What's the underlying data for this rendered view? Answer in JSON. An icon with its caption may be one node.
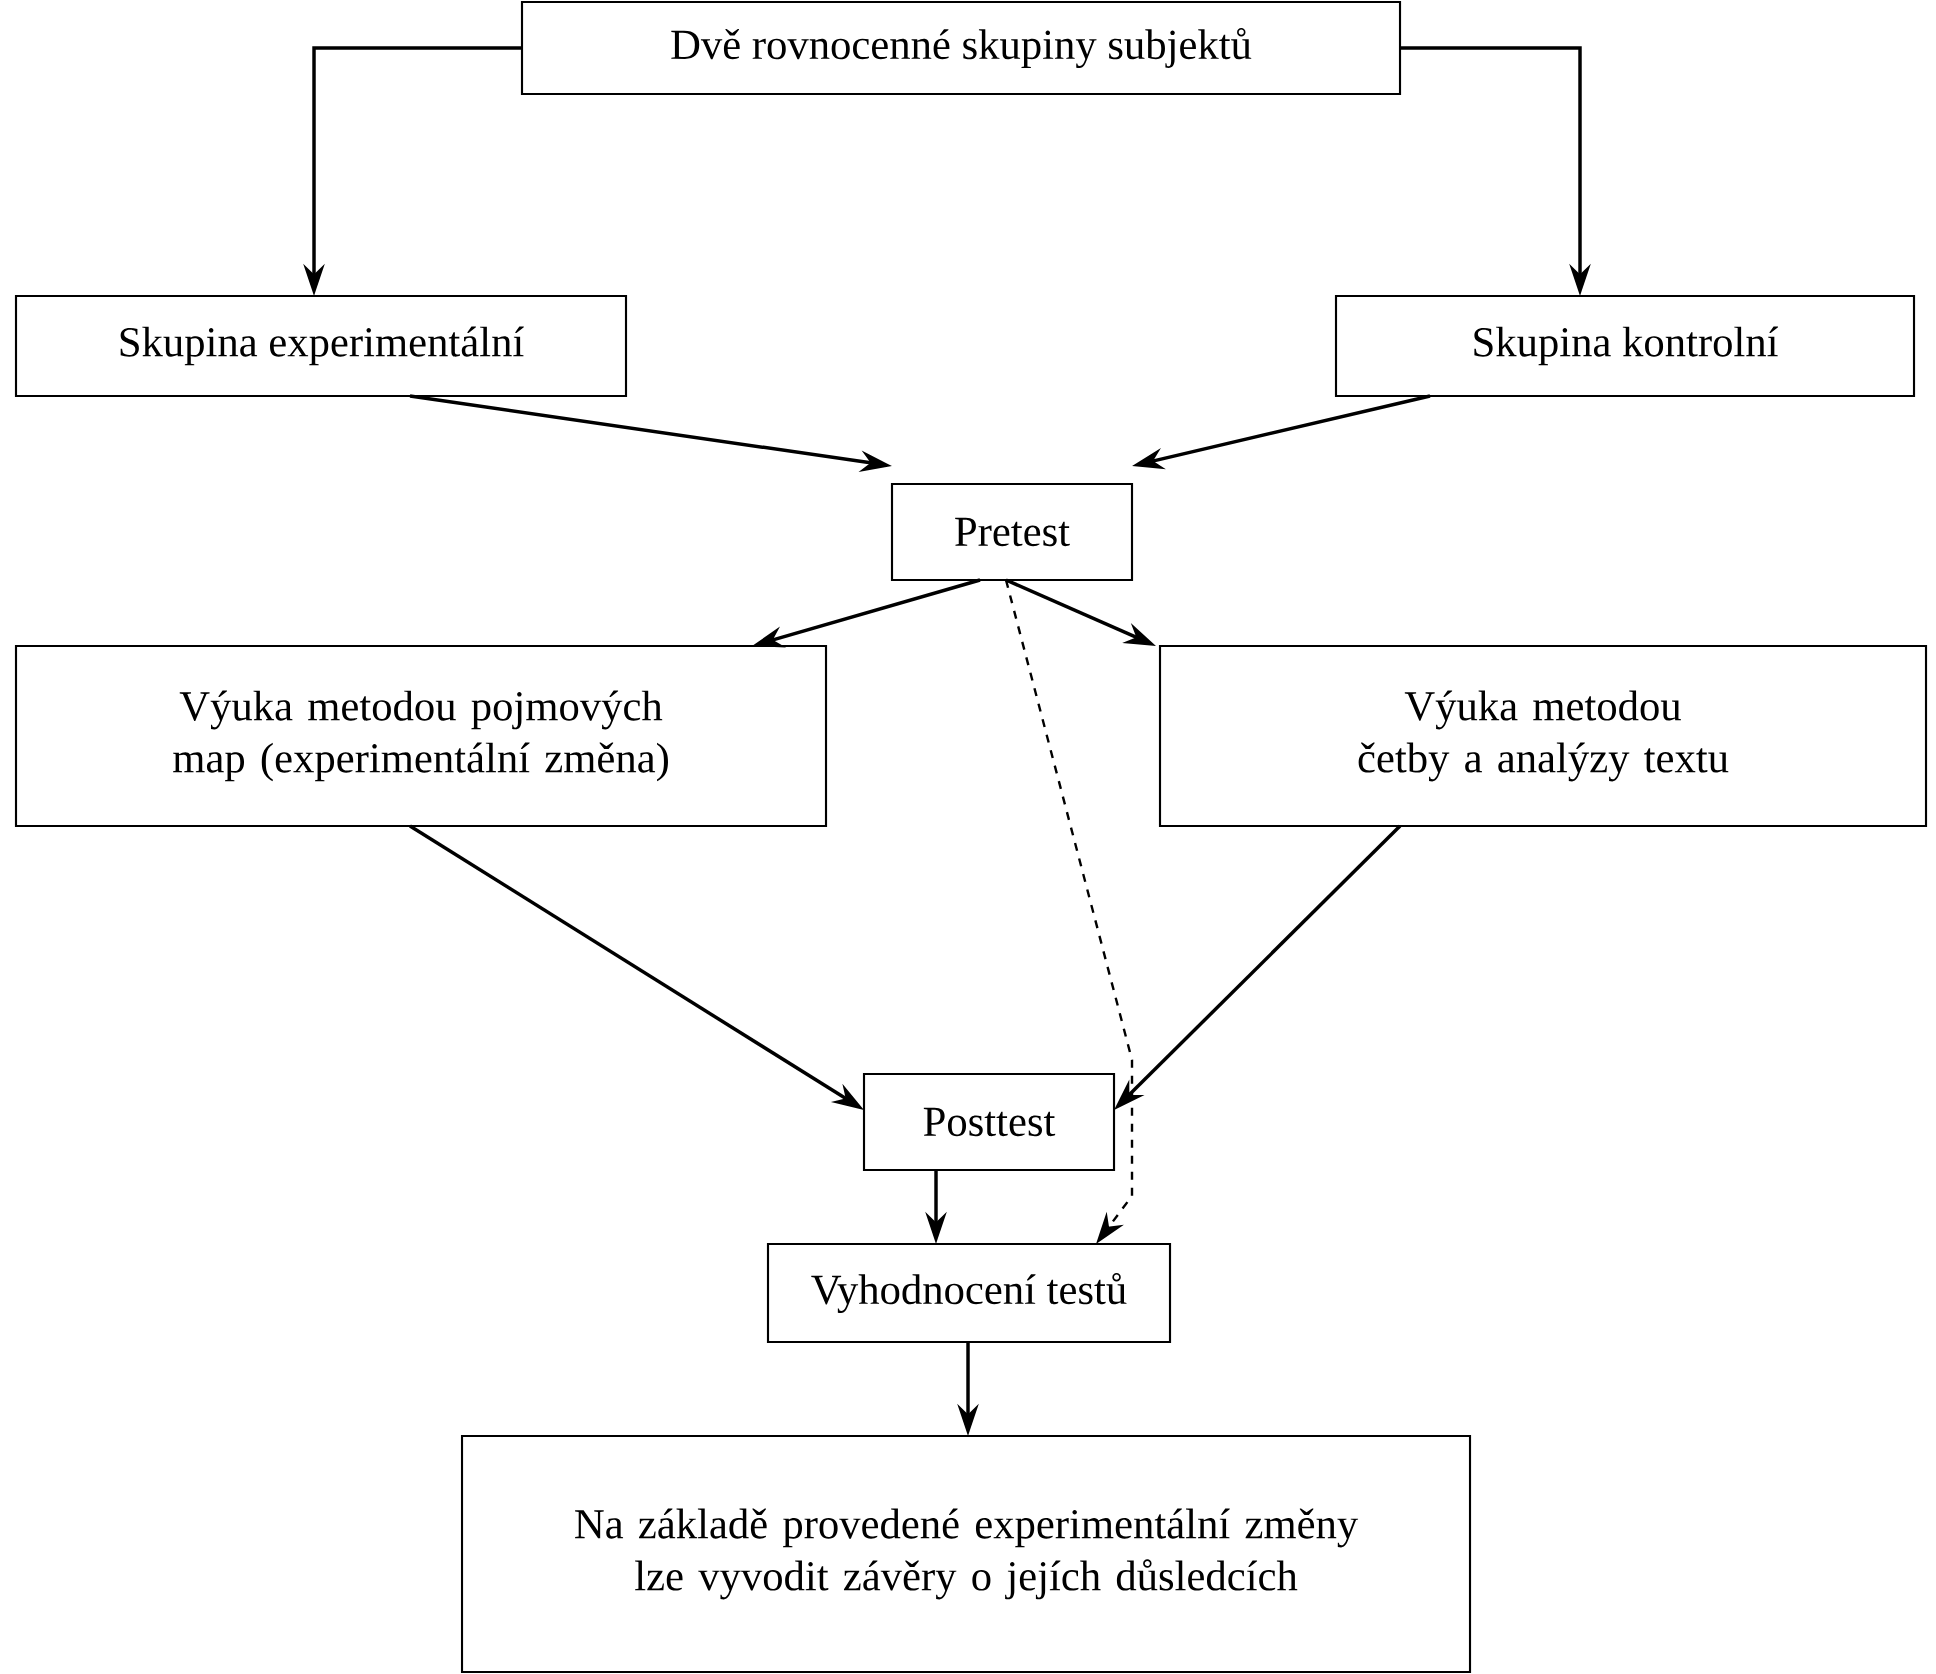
{
  "diagram": {
    "nodes": [
      {
        "text": [
          "Dvě rovnocenné skupiny subjektů"
        ]
      },
      {
        "text": [
          "Skupina experimentální"
        ]
      },
      {
        "text": [
          "Skupina kontrolní"
        ]
      },
      {
        "text": [
          "Pretest"
        ]
      },
      {
        "text": [
          "Výuka metodou pojmových map (experimentální změna)"
        ]
      },
      {
        "text": [
          "Výuka metodou četby a analýzy textu"
        ]
      },
      {
        "text": [
          "Posttest"
        ]
      },
      {
        "text": [
          "Vyhodnocení testů"
        ]
      },
      {
        "text": [
          "Na základě provedené experimentální změny lze vyvodit závěry o jejích důsledcích"
        ]
      }
    ],
    "edges": [
      {
        "from": 0,
        "to": 1,
        "arrow": "to"
      },
      {
        "from": 0,
        "to": 2,
        "arrow": "to"
      },
      {
        "from": 1,
        "to": 3,
        "arrow": "to"
      },
      {
        "from": 2,
        "to": 3,
        "arrow": "to"
      },
      {
        "from": 3,
        "to": 4,
        "arrow": "to"
      },
      {
        "from": 3,
        "to": 5,
        "arrow": "to"
      },
      {
        "from": 3,
        "to": 7,
        "arrow": "to",
        "style": "dashed"
      },
      {
        "from": 4,
        "to": 6,
        "arrow": "to"
      },
      {
        "from": 5,
        "to": 6,
        "arrow": "to"
      },
      {
        "from": 6,
        "to": 7,
        "arrow": "to"
      },
      {
        "from": 7,
        "to": 8,
        "arrow": "to"
      }
    ]
  }
}
